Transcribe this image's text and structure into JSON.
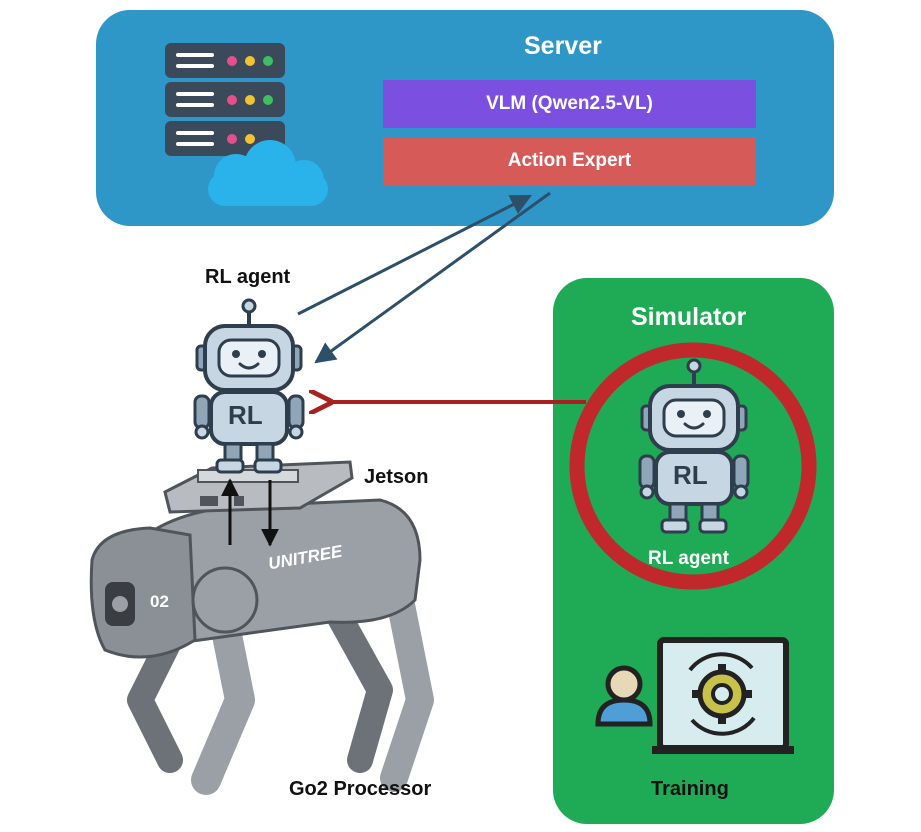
{
  "server": {
    "title": "Server",
    "vlm_label": "VLM (Qwen2.5-VL)",
    "action_label": "Action Expert"
  },
  "simulator": {
    "title": "Simulator",
    "agent_label": "RL agent",
    "training_label": "Training"
  },
  "robot": {
    "agent_label": "RL agent",
    "badge": "RL",
    "jetson_label": "Jetson",
    "processor_label": "Go2 Processor",
    "brand_text": "UNITREE",
    "model_text": "02"
  },
  "colors": {
    "server_panel": "#2f96c8",
    "vlm_box": "#7b4fe0",
    "action_box": "#d65a58",
    "simulator_panel": "#1faa55",
    "sim_ring": "#c0282c",
    "arrow_dark": "#2c4f6a",
    "arrow_red": "#a82020",
    "robot_body": "#c7d6e3",
    "robot_outline": "#2f3e4c",
    "dog_body": "#9ba0a6"
  },
  "icons": {
    "server": "server-rack-icon",
    "cloud": "cloud-icon",
    "robot": "robot-icon",
    "training": "training-monitor-icon",
    "user": "user-icon",
    "gear": "gear-icon"
  }
}
